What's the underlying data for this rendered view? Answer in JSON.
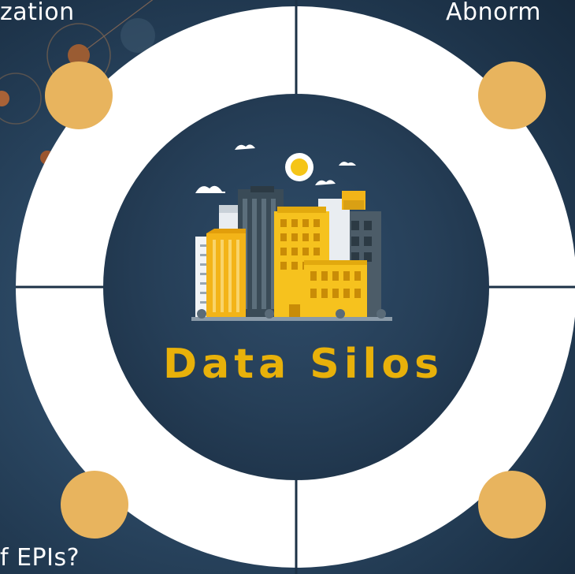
{
  "labels": {
    "top_left": "zation",
    "top_right": "Abnorm",
    "bottom_left": "f EPIs?"
  },
  "center": {
    "title": "Data Silos",
    "illustration": "city-buildings-illustration"
  },
  "icons": {
    "tl_dot": "circle-marker-icon",
    "tr_dot": "circle-marker-icon",
    "bl_dot": "circle-marker-icon",
    "br_dot": "circle-marker-icon"
  },
  "colors": {
    "background": "#213a53",
    "ring": "#ffffff",
    "inner_circle": "#243e57",
    "accent": "#e8b45e",
    "title": "#e8b10a",
    "divider": "#1c3146"
  }
}
